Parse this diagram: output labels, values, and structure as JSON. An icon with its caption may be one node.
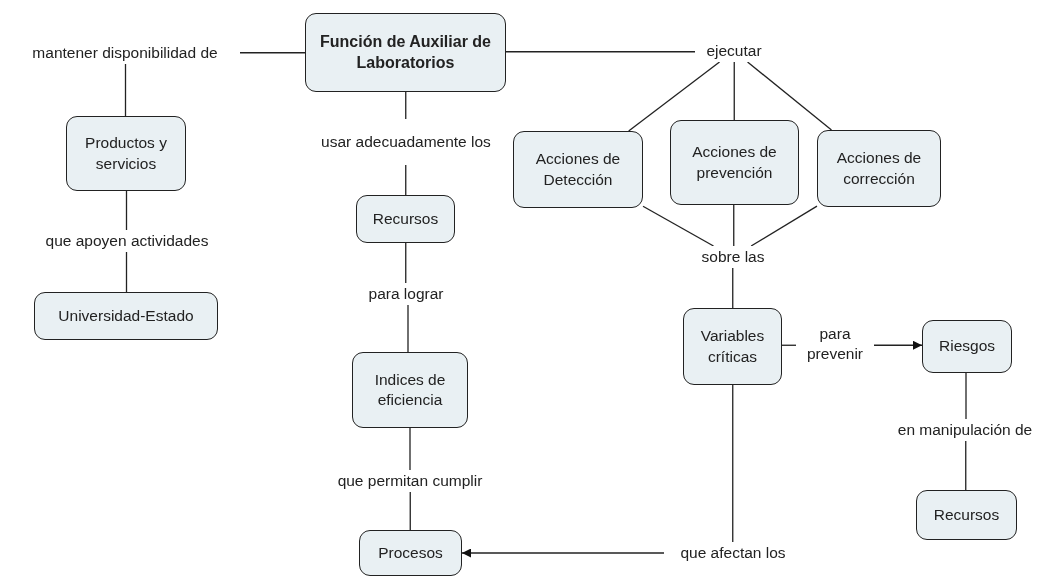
{
  "diagram": {
    "nodes": [
      {
        "text": [
          "Función de Auxiliar de Laboratorios"
        ]
      },
      {
        "text": [
          "mantener disponibilidad de"
        ]
      },
      {
        "text": [
          "Productos y servicios"
        ]
      },
      {
        "text": [
          "que apoyen actividades"
        ]
      },
      {
        "text": [
          "Universidad-Estado"
        ]
      },
      {
        "text": [
          "usar adecuadamente los"
        ]
      },
      {
        "text": [
          "Recursos"
        ]
      },
      {
        "text": [
          "para lograr"
        ]
      },
      {
        "text": [
          "Indices de eficiencia"
        ]
      },
      {
        "text": [
          "que permitan cumplir"
        ]
      },
      {
        "text": [
          "Procesos"
        ]
      },
      {
        "text": [
          "ejecutar"
        ]
      },
      {
        "text": [
          "Acciones de Detección"
        ]
      },
      {
        "text": [
          "Acciones de prevención"
        ]
      },
      {
        "text": [
          "Acciones de corrección"
        ]
      },
      {
        "text": [
          "sobre las"
        ]
      },
      {
        "text": [
          "Variables críticas"
        ]
      },
      {
        "text": [
          "para prevenir"
        ]
      },
      {
        "text": [
          "Riesgos"
        ]
      },
      {
        "text": [
          "en manipulación de"
        ]
      },
      {
        "text": [
          "Recursos"
        ]
      },
      {
        "text": [
          "que afectan los"
        ]
      }
    ],
    "edges": [
      {
        "from": 0,
        "to": 1,
        "arrow": "none"
      },
      {
        "from": 1,
        "to": 2,
        "arrow": "none"
      },
      {
        "from": 2,
        "to": 3,
        "arrow": "none"
      },
      {
        "from": 3,
        "to": 4,
        "arrow": "none"
      },
      {
        "from": 0,
        "to": 5,
        "arrow": "none"
      },
      {
        "from": 5,
        "to": 6,
        "arrow": "none"
      },
      {
        "from": 6,
        "to": 7,
        "arrow": "none"
      },
      {
        "from": 7,
        "to": 8,
        "arrow": "none"
      },
      {
        "from": 8,
        "to": 9,
        "arrow": "none"
      },
      {
        "from": 9,
        "to": 10,
        "arrow": "none"
      },
      {
        "from": 0,
        "to": 11,
        "arrow": "none"
      },
      {
        "from": 11,
        "to": 12,
        "arrow": "none"
      },
      {
        "from": 11,
        "to": 13,
        "arrow": "none"
      },
      {
        "from": 11,
        "to": 14,
        "arrow": "none"
      },
      {
        "from": 12,
        "to": 15,
        "arrow": "none"
      },
      {
        "from": 13,
        "to": 15,
        "arrow": "none"
      },
      {
        "from": 14,
        "to": 15,
        "arrow": "none"
      },
      {
        "from": 15,
        "to": 16,
        "arrow": "none"
      },
      {
        "from": 16,
        "to": 17,
        "arrow": "none"
      },
      {
        "from": 17,
        "to": 18,
        "arrow": "to"
      },
      {
        "from": 18,
        "to": 19,
        "arrow": "none"
      },
      {
        "from": 19,
        "to": 20,
        "arrow": "none"
      },
      {
        "from": 16,
        "to": 21,
        "arrow": "none"
      },
      {
        "from": 21,
        "to": 10,
        "arrow": "to"
      }
    ]
  }
}
